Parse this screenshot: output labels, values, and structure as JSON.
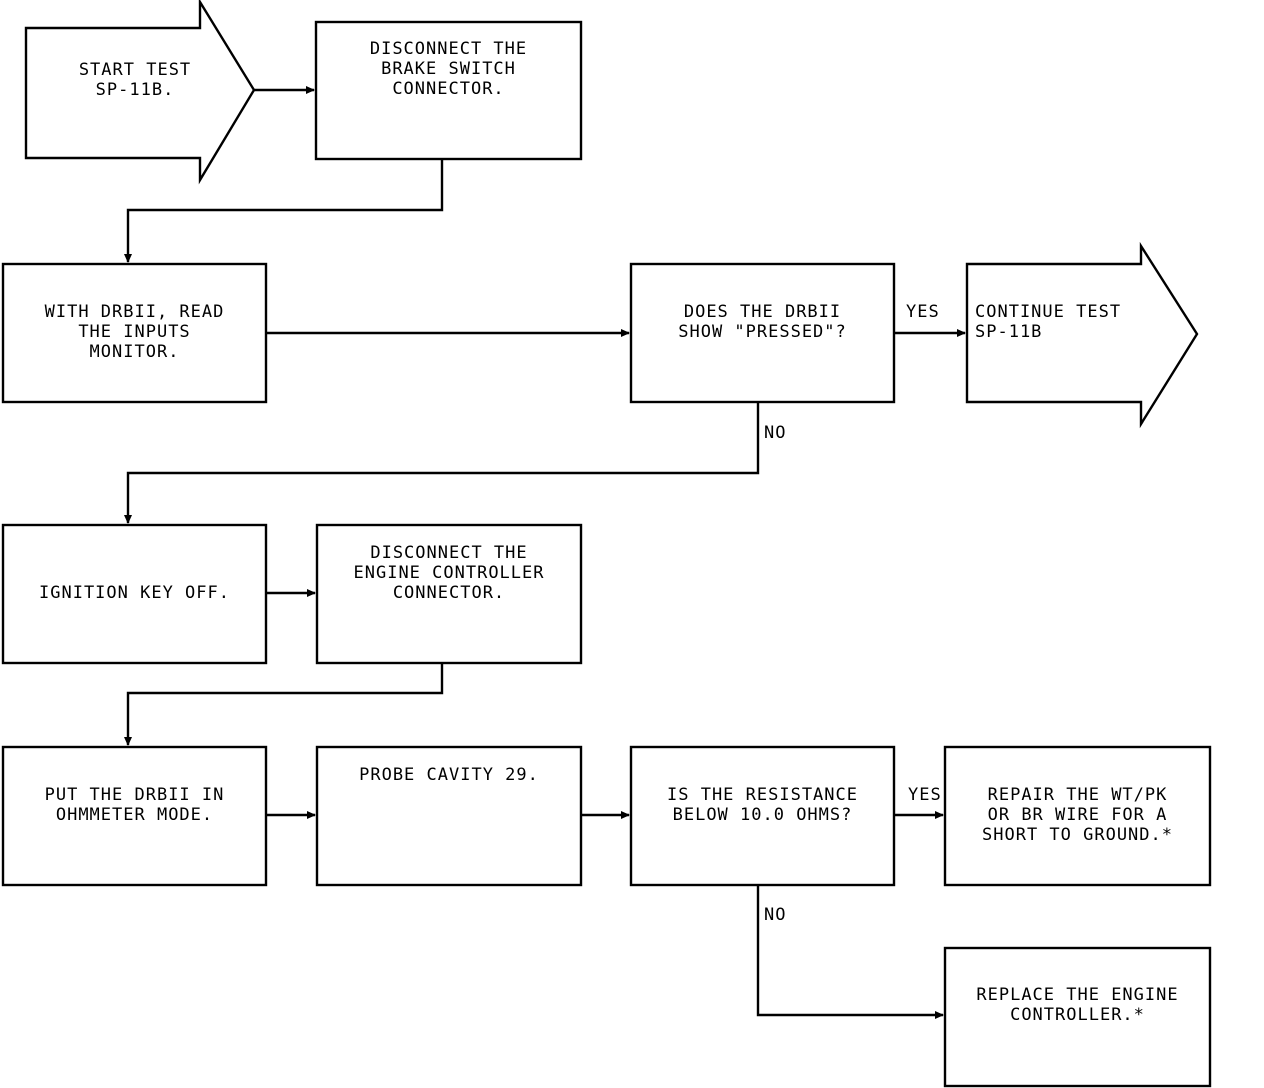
{
  "colors": {
    "line": "#000000",
    "background": "#ffffff"
  },
  "nodes": {
    "start": {
      "lines": [
        "START TEST",
        "SP-11B."
      ]
    },
    "disconnect_brake": {
      "lines": [
        "DISCONNECT THE",
        "BRAKE SWITCH",
        "CONNECTOR."
      ]
    },
    "read_inputs": {
      "lines": [
        "WITH DRBII, READ",
        "THE INPUTS",
        "MONITOR."
      ]
    },
    "pressed_question": {
      "lines": [
        "DOES THE DRBII",
        "SHOW \"PRESSED\"?"
      ]
    },
    "continue": {
      "lines": [
        "CONTINUE TEST",
        "SP-11B"
      ]
    },
    "ignition_off": {
      "lines": [
        "IGNITION KEY OFF."
      ]
    },
    "disconnect_engine": {
      "lines": [
        "DISCONNECT THE",
        "ENGINE CONTROLLER",
        "CONNECTOR."
      ]
    },
    "ohmmeter": {
      "lines": [
        "PUT THE DRBII IN",
        "OHMMETER MODE."
      ]
    },
    "probe": {
      "lines": [
        "PROBE CAVITY 29."
      ]
    },
    "resistance_question": {
      "lines": [
        "IS THE RESISTANCE",
        "BELOW 10.0 OHMS?"
      ]
    },
    "repair": {
      "lines": [
        "REPAIR THE WT/PK",
        "OR BR WIRE FOR A",
        "SHORT TO GROUND.*"
      ]
    },
    "replace": {
      "lines": [
        "REPLACE THE ENGINE",
        "CONTROLLER.*"
      ]
    }
  },
  "edge_labels": {
    "yes_1": "YES",
    "no_1": "NO",
    "yes_2": "YES",
    "no_2": "NO"
  }
}
